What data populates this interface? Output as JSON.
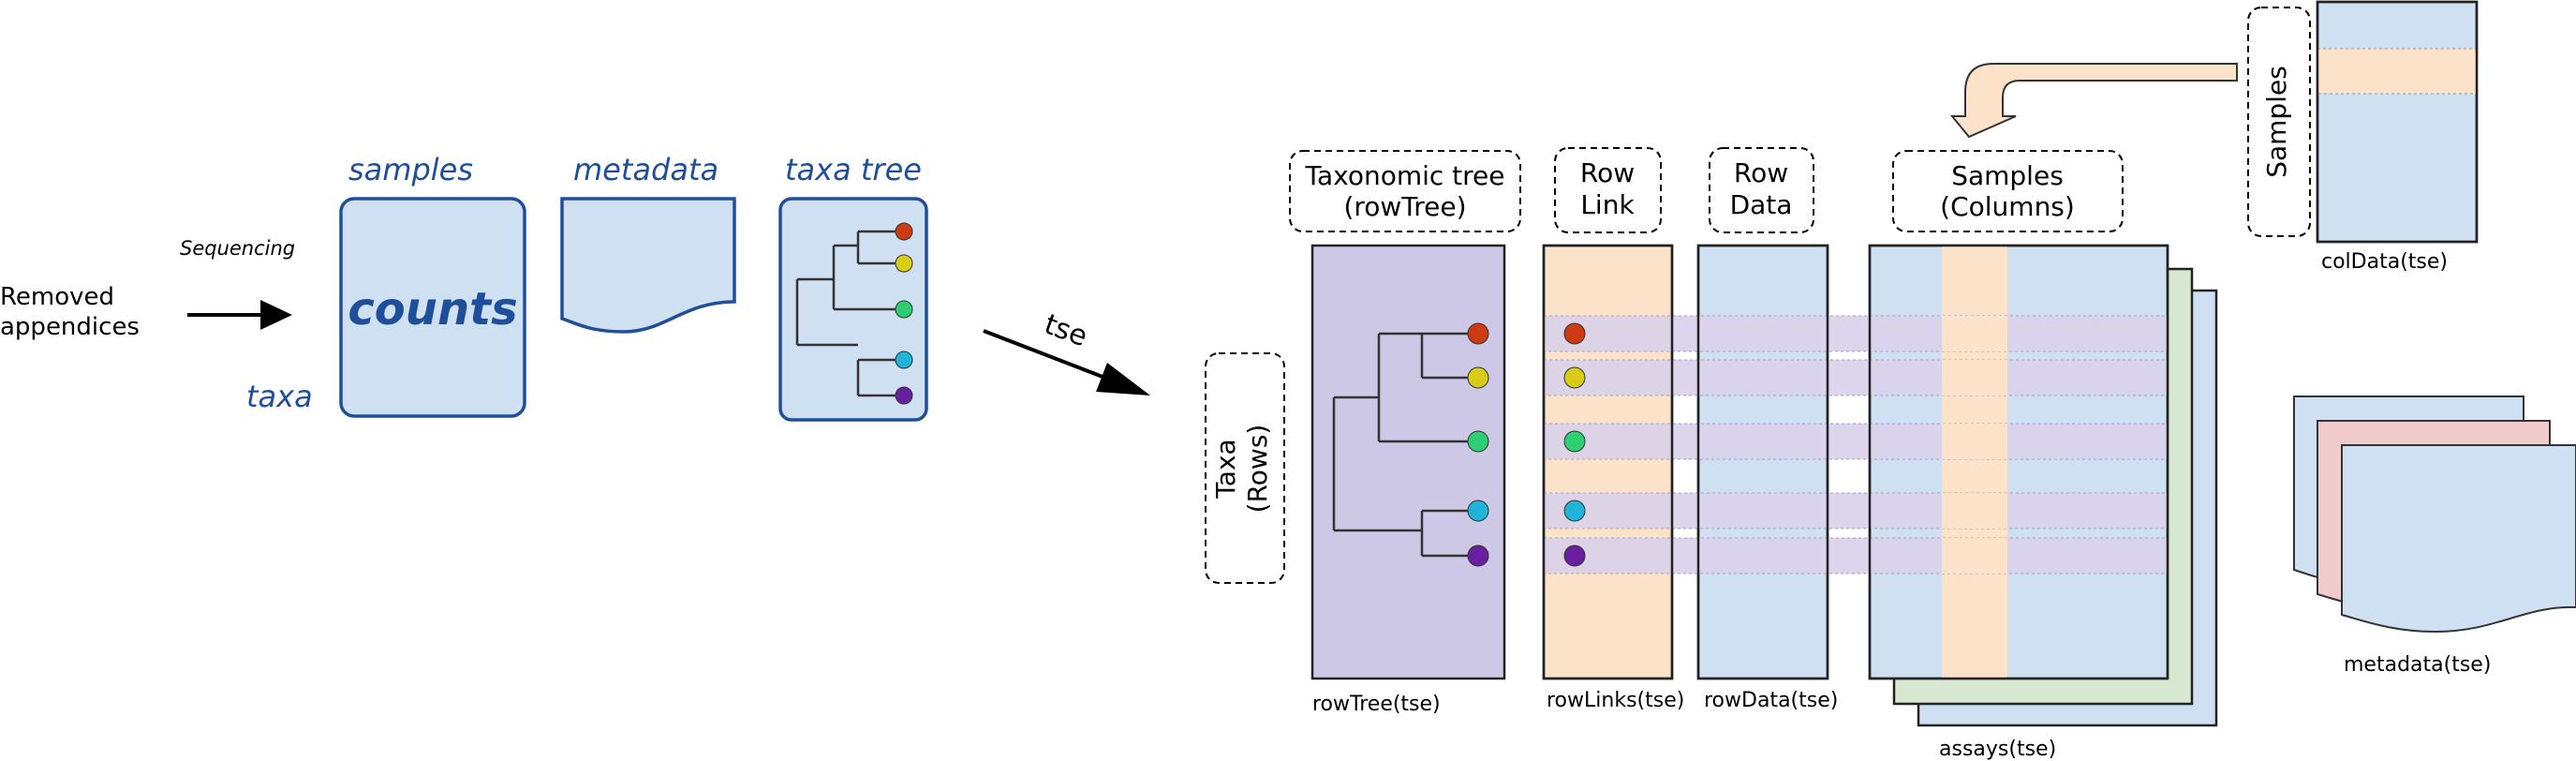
{
  "input": {
    "source_label_line1": "Removed",
    "source_label_line2": "appendices",
    "process_label": "Sequencing",
    "samples_label": "samples",
    "metadata_label": "metadata",
    "taxa_tree_label": "taxa tree",
    "taxa_label": "taxa",
    "counts_label": "counts",
    "output_arrow_label": "tse"
  },
  "tse": {
    "taxa_rows_line1": "Taxa",
    "taxa_rows_line2": "(Rows)",
    "tree_header_line1": "Taxonomic tree",
    "tree_header_line2": "(rowTree)",
    "rowlink_header_line1": "Row",
    "rowlink_header_line2": "Link",
    "rowdata_header_line1": "Row",
    "rowdata_header_line2": "Data",
    "samples_header_line1": "Samples",
    "samples_header_line2": "(Columns)",
    "samples_vertical": "Samples",
    "rowtree_caption": "rowTree(tse)",
    "rowlinks_caption": "rowLinks(tse)",
    "rowdata_caption": "rowData(tse)",
    "assays_caption": "assays(tse)",
    "coldata_caption": "colData(tse)",
    "metadata_caption": "metadata(tse)"
  },
  "colors": {
    "primary_blue": "#1f4e9a",
    "panel_blue": "#cfe0f3",
    "tree_purple": "#ccc8e6",
    "rowlink_orange": "#fbe2c9",
    "assay_green": "#d6e8cf",
    "metadata_pink": "#f2cbcc",
    "row_band": "#d9d2ea",
    "node_red": "#cc3b12",
    "node_yellow": "#d9cc15",
    "node_green": "#2ecf73",
    "node_cyan": "#1fb4d8",
    "node_purple": "#6a1fa1"
  },
  "icons": [
    "arrow-right-icon",
    "document-icon",
    "tree-icon",
    "stack-icon"
  ]
}
